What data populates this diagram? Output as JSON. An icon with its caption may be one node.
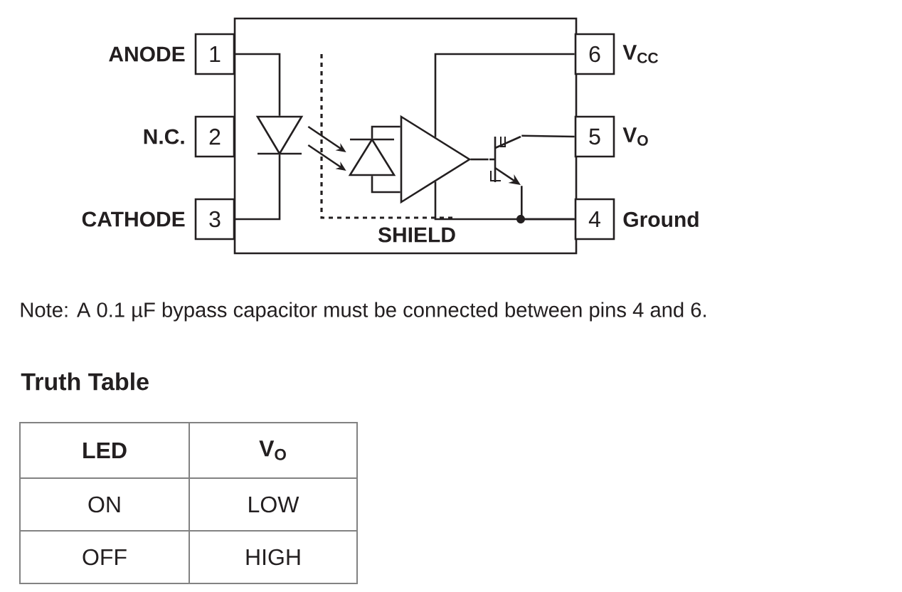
{
  "diagram": {
    "nodes": [
      {
        "text": [
          "1"
        ],
        "beside": [
          "ANODE"
        ]
      },
      {
        "text": [
          "2"
        ],
        "beside": [
          "N.C."
        ]
      },
      {
        "text": [
          "3"
        ],
        "beside": [
          "CATHODE"
        ]
      },
      {
        "text": [
          "6"
        ],
        "beside": [
          "V$_{CC}$"
        ]
      },
      {
        "text": [
          "5"
        ],
        "beside": [
          "V$_{O}$"
        ]
      },
      {
        "text": [
          "4"
        ],
        "beside": [
          "Ground"
        ]
      },
      {
        "text": [],
        "shape": "diode"
      },
      {
        "text": [],
        "shape": "diode"
      },
      {
        "text": [],
        "shape": "triangle"
      },
      {
        "text": [],
        "shape": "transistor"
      }
    ],
    "edges": [
      {
        "from": 0,
        "to": 6,
        "arrow": "none"
      },
      {
        "from": 6,
        "to": 2,
        "arrow": "none"
      },
      {
        "from": 6,
        "to": 7,
        "arrow": "to"
      },
      {
        "from": 6,
        "to": 7,
        "arrow": "to"
      },
      {
        "from": 7,
        "to": 8,
        "arrow": "none"
      },
      {
        "from": 7,
        "to": 8,
        "arrow": "none"
      },
      {
        "from": 8,
        "to": 9,
        "arrow": "none"
      },
      {
        "from": 9,
        "to": 4,
        "arrow": "none"
      },
      {
        "from": 9,
        "to": 5,
        "arrow": "none"
      },
      {
        "from": 3,
        "to": 8,
        "arrow": "none"
      },
      {
        "from": 8,
        "to": 5,
        "arrow": "none"
      }
    ],
    "labels": [
      "SHIELD",
      "Note: A 0.1 µF bypass capacitor must be connected between pins 4 and 6.",
      "Truth Table",
      "LED",
      "V$_{O}$",
      "ON",
      "LOW",
      "OFF",
      "HIGH"
    ]
  }
}
